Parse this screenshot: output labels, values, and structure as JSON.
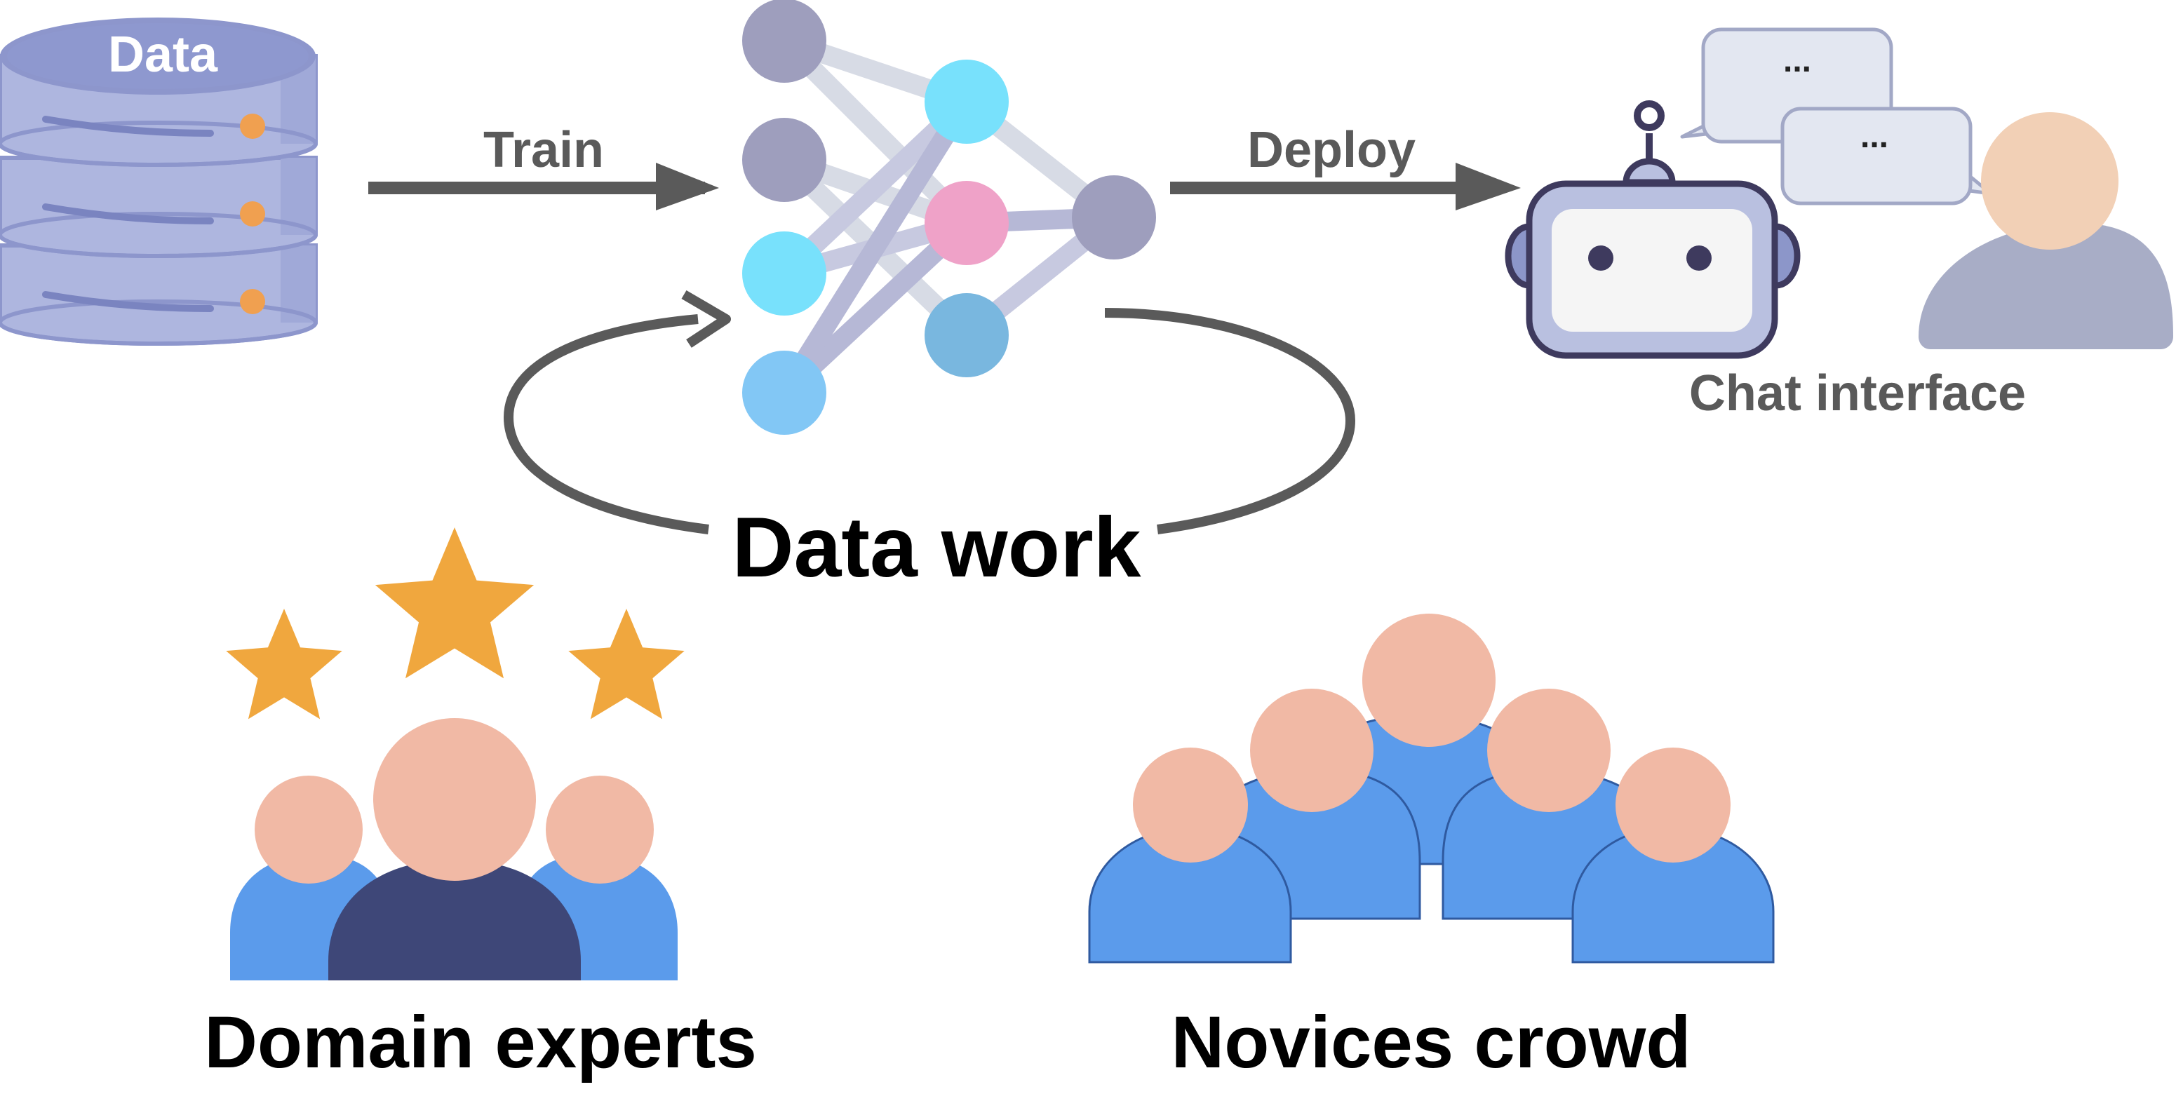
{
  "database": {
    "label": "Data"
  },
  "arrows": {
    "train_label": "Train",
    "deploy_label": "Deploy"
  },
  "loop": {
    "label": "Data work"
  },
  "chat": {
    "label": "Chat interface",
    "bubble_top_text": "...",
    "bubble_bottom_text": "..."
  },
  "groups": {
    "experts_label": "Domain experts",
    "crowd_label": "Novices crowd"
  },
  "colors": {
    "database": "#AEB6DF",
    "database_dark": "#8D96CC",
    "node_gray": "#9E9EBD",
    "node_cyan": "#78E1FC",
    "node_pink": "#EFA2C8",
    "node_blue": "#79B7DF",
    "arrow": "#5A5A5A",
    "star": "#F0A73E",
    "skin": "#F1B9A5",
    "person_blue": "#5B9BEB",
    "person_navy": "#3E4778",
    "user_body": "#A8ADC6",
    "user_head": "#F2D0B6"
  }
}
